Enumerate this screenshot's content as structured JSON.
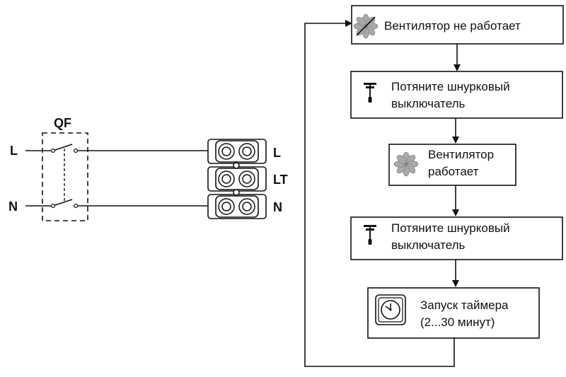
{
  "wiring": {
    "breaker_label": "QF",
    "line_in_label": "L",
    "neutral_in_label": "N",
    "terminals": [
      "L",
      "LT",
      "N"
    ]
  },
  "flow": {
    "steps": [
      {
        "lines": [
          "Вентилятор не работает"
        ],
        "icon": "fan-crossed-icon"
      },
      {
        "lines": [
          "Потяните шнурковый",
          "выключатель"
        ],
        "icon": "pull-cord-switch-icon"
      },
      {
        "lines": [
          "Вентилятор",
          "работает"
        ],
        "icon": "fan-icon"
      },
      {
        "lines": [
          "Потяните шнурковый",
          "выключатель"
        ],
        "icon": "pull-cord-switch-icon"
      },
      {
        "lines": [
          "Запуск таймера",
          "(2...30 минут)"
        ],
        "icon": "clock-icon"
      }
    ]
  },
  "colors": {
    "stroke": "#111111",
    "fan_gray": "#a9a9a9",
    "background": "#ffffff"
  }
}
